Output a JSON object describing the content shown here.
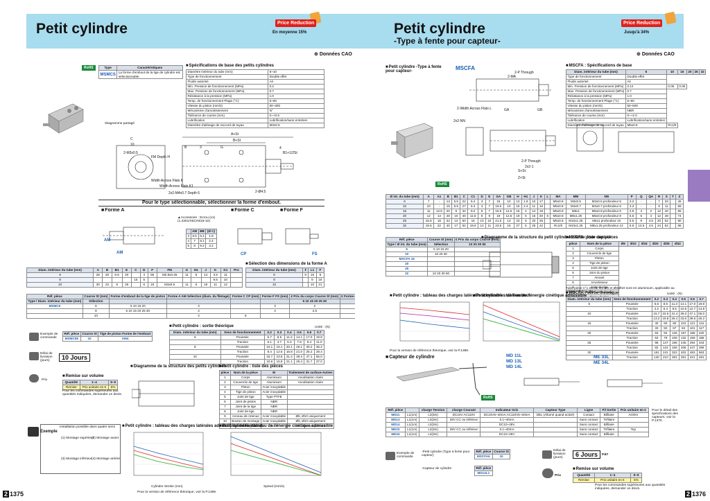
{
  "left": {
    "title": "Petit cylindre",
    "badge": "Price Reduction",
    "badge_sub": "En moyenne 15%",
    "cad": "Données CAO",
    "rohs": "RoHS",
    "type_table": {
      "h1": "Type",
      "h2": "Caractéristiques",
      "type": "MSMCS",
      "desc": "La forme d'embout de la tige de cylindre est sélectionnable."
    },
    "spec_title": "Spécifications de base des petits cylindres",
    "spec_rows": [
      [
        "Diamètre intérieur du tube (mm)",
        "6~10"
      ],
      [
        "Type de fonctionnement",
        "Double effet"
      ],
      [
        "Fluide autorisé",
        "Air"
      ],
      [
        "Min. Pression de fonctionnement (MPa)",
        "0.2"
      ],
      [
        "Max. Pression de fonctionnement (MPa)",
        "0.7"
      ],
      [
        "Résistance à la pression (MPa)",
        "1.0"
      ],
      [
        "Temp. de fonctionnement Plage (°C)",
        "5~60"
      ],
      [
        "Vitesse du piston (mm/s)",
        "50~300"
      ],
      [
        "Mécanisme d'amortissement",
        "N°"
      ],
      [
        "Tolérance de course (mm)",
        "0~+0.5"
      ],
      [
        "Lubrification",
        "Lubrification/sans entretien"
      ],
      [
        "Diamètre d'alésage de raccord de tuyau",
        "M3x0.5"
      ]
    ],
    "diag_label": "-Diagramme partagé",
    "dim_labels": [
      "A+St",
      "B+St",
      "2-M3x0.5",
      "FM Depth H",
      "Width Across Flats K",
      "Width Across Flats K1",
      "2x2-M4x0.7 Depth 6",
      "2-Ø4.5",
      "B1+1/2St",
      "C",
      "10",
      "B",
      "3",
      "G",
      "4",
      "A1",
      "E",
      "D",
      "L",
      "F",
      "MM"
    ],
    "banner": "Pour le type sélectionnable, sélectionner la forme d'embout.",
    "forme_a": "Forme A",
    "forme_c": "Forme C",
    "forme_f": "Forme F",
    "accessoire": "▲Accessoire : Ecrou (x1) (1.4301/X5CrNi18-10)",
    "nut": {
      "head": [
        "AM",
        "BB",
        "(Ø C)"
      ],
      "rows": [
        [
          "3",
          "5.5",
          "6.4",
          "1.8"
        ],
        [
          "4",
          "7",
          "8.1",
          "2.4"
        ],
        [
          "5",
          "8",
          "9.2",
          "3.2"
        ]
      ]
    },
    "dims_table": {
      "head": [
        "Diam. intérieur du tube (mm)",
        "A",
        "B",
        "B1",
        "E",
        "C",
        "D",
        "F",
        "FM",
        "G",
        "H1",
        "J",
        "K",
        "K1",
        "Pro"
      ],
      "rows": [
        [
          "6",
          "28",
          "20",
          "6.5",
          "20",
          "",
          "4",
          "55",
          "M2.5x0.45",
          "11",
          "5",
          "14",
          "3.5",
          "11",
          ""
        ],
        [
          "8",
          "",
          "",
          "",
          "",
          "15",
          "5",
          "",
          "",
          "",
          "",
          "",
          "9.5",
          "10",
          ""
        ],
        [
          "10",
          "30",
          "22",
          "8",
          "25",
          "",
          "6",
          "19",
          "M3x0.5",
          "11",
          "6",
          "19",
          "11",
          "12",
          ""
        ]
      ]
    },
    "sel_title": "Sélection des dimensions de la forme A",
    "sel_table": {
      "head": [
        "Diam. intérieur du tube (mm)",
        "ℓ",
        "L1",
        "F"
      ],
      "rows": [
        [
          "6",
          "9",
          "16",
          "8"
        ],
        [
          "8",
          "",
          "8",
          "18",
          "10"
        ],
        [
          "10",
          "",
          "10",
          "21",
          "11"
        ]
      ]
    },
    "ref_table": {
      "h": [
        "Réf. pièce",
        "Course St (mm)",
        "Forme d'embout de la tige de piston",
        "Forme A AM Sélection (diam. du filetage)",
        "Forme C CP (mm)",
        "Forme F FS (mm)",
        "€ Prix du corps Course St (mm)",
        "€ Forme d'embout de la tige de piston Majoration (+ corps)"
      ],
      "type": "MSMC6",
      "type_h": "Type",
      "dia_h": "Diam. intérieur du tube (mm)",
      "course_h": "Sélection",
      "rows": [
        [
          "6",
          "5 10 15 20",
          "3",
          "",
          "3",
          "2"
        ],
        [
          "8",
          "5 10 15 20 25 30",
          "4",
          "",
          "4",
          "2.5"
        ],
        [
          "10",
          "",
          "4",
          "5",
          "",
          ""
        ]
      ],
      "prices_head": [
        "5",
        "10",
        "15",
        "20",
        "25",
        "30",
        "AM",
        "CP",
        "FS"
      ]
    },
    "example_label": "Exemple de commande",
    "example_head": [
      "Réf. pièce",
      "Course St",
      "Tige de piston Forme de l'embout"
    ],
    "example_vals": [
      "MSMC58",
      "10",
      "AM4"
    ],
    "delai": "Délai de livraison (jours)",
    "delai_val": "10 Jours",
    "price_label": "Prix",
    "remise_title": "Remise sur volume",
    "remise_head": [
      "Quantité",
      "1~4",
      "5~9"
    ],
    "remise_row": [
      "Remise",
      "Prix unitaire en €",
      "5%"
    ],
    "remise_note": "Pour les commandes supérieures aux quantités indiquées, demander un devis.",
    "force_title": "Petit cylindre : sortie théorique",
    "force_unit": "Unité : (N)",
    "force_head": [
      "Diam. intérieur du tube (mm)",
      "Sens de fonctionnement",
      "0.2",
      "0.3",
      "0.4",
      "0.5",
      "0.6",
      "0.7"
    ],
    "force_rows": [
      [
        "6",
        "Poussée",
        "5.7",
        "8.5",
        "11.3",
        "14.1",
        "17.0",
        "19.8"
      ],
      [
        "",
        "Traction",
        "5.1",
        "4.7",
        "6.3",
        "7.9",
        "9.4",
        "11.0"
      ],
      [
        "8",
        "Poussée",
        "10.1",
        "15.1",
        "20.1",
        "25.1",
        "30.2",
        "35.2"
      ],
      [
        "",
        "Traction",
        "8.4",
        "12.6",
        "16.8",
        "21.0",
        "25.2",
        "29.4"
      ],
      [
        "10",
        "Poussée",
        "15.7",
        "23.6",
        "31.4",
        "39.3",
        "47.1",
        "55.0"
      ],
      [
        "",
        "Traction",
        "10.6",
        "15.8",
        "21.1",
        "26.4",
        "31.7",
        "37.0"
      ]
    ],
    "struct_title": "Diagramme de la structure des petits cylindres",
    "parts_title": "Petit cylindre : liste des pièces",
    "parts_head": [
      "pièce",
      "Nom de la pièce",
      "M",
      "Traitement de surface-Autres"
    ],
    "parts_rows": [
      [
        "1",
        "Corps",
        "Aluminium",
        "Anodisation claire"
      ],
      [
        "2",
        "Couvercle de tige",
        "Aluminium",
        "Anodisation claire"
      ],
      [
        "3",
        "Piston",
        "Acier inoxydable",
        ""
      ],
      [
        "4",
        "Tige de piston",
        "Acier inoxydable",
        ""
      ],
      [
        "5",
        "Joint de tige",
        "Type PTFE",
        ""
      ],
      [
        "6",
        "Joint de piston",
        "NBR",
        ""
      ],
      [
        "7",
        "Joint de la tige",
        "NBR",
        ""
      ],
      [
        "8",
        "Joint de tige",
        "NBR",
        ""
      ],
      [
        "9",
        "Anneau de retenue",
        "Acier inoxydable",
        "Ø6, Ø10 uniquement"
      ],
      [
        "10",
        "Bouton de montage",
        "Acier inoxydable",
        "Ø6, Ø10 uniquement"
      ],
      [
        "11",
        "Écrou hexagonal",
        "Acier",
        "Ø6, Ø10 uniquement"
      ]
    ],
    "mount_label": "Exemple",
    "mount_text": "Installation possible dans quatre sens",
    "mount_items": [
      "(1) Montage supérieur",
      "(2) Montage avant",
      "(3) Montage inférieur",
      "(4) Montage arrière"
    ],
    "lat_title": "Petit cylindre : tableau des charges latérales admissibles de l'embout",
    "lat_ylabel": "Allowable Tip Lateral Load (N)",
    "lat_xlabel": "Cylinder Stroke (mm)",
    "kin_title": "Petit cylindre : tableau de l'énergie cinétique admissible",
    "kin_ylabel": "Load Mass (kg)",
    "kin_xlabel": "Speed (mm/s)",
    "lat_note": "Pour la version de référence théorique, voir la P.1369.",
    "page": "1375",
    "page_prefix": "2"
  },
  "right": {
    "title": "Petit cylindre",
    "subtitle": "-Type à fente pour capteur-",
    "badge": "Price Reduction",
    "badge_sub": "Jusqu'à 34%",
    "cad": "Données CAO",
    "sect1": "Petit cylindre -Type à fente pour capteur-",
    "model": "MSCFA",
    "rohs": "RoHS",
    "dim_labels": [
      "2-P Through",
      "2-MA",
      "2-Width Across Flats L",
      "2x2-NN",
      "A+St",
      "B",
      "A1",
      "C",
      "K",
      "S+St",
      "Z+St",
      "2-P Through",
      "2x2-1",
      "GA",
      "GB",
      "H",
      "E",
      "MM",
      "D",
      "N",
      "P",
      "Q",
      "J",
      "R"
    ],
    "spec_title": "MSCFA : Spécifications de base",
    "spec_head": [
      "Diam. intérieur du tube (mm)",
      "6",
      "10",
      "16",
      "20",
      "25",
      "32"
    ],
    "spec_rows": [
      [
        "Type de fonctionnement",
        "Double effet"
      ],
      [
        "Fluide autorisé",
        "Air"
      ],
      [
        "Min. Pression de fonctionnement (MPa)",
        "0.12",
        "0.06",
        "0.05"
      ],
      [
        "Max. Pression de fonctionnement (MPa)",
        "0.7"
      ],
      [
        "Résistance à la pression (MPa)",
        "1.0"
      ],
      [
        "Temp. de fonctionnement Plage (°C)",
        "5~60"
      ],
      [
        "Vitesse du piston (mm/s)",
        "50~500"
      ],
      [
        "Mécanisme d'amortissement",
        "NBR"
      ],
      [
        "Tolérance de course (mm)",
        "0~+2.0"
      ],
      [
        "Lubrification",
        "Lubrification/sans entretien"
      ],
      [
        "Diamètre d'alésage de raccord de tuyau",
        "M5x0.8",
        "Rc1/8"
      ]
    ],
    "dims_head": [
      "Ø int. du tube (mm)",
      "A",
      "A1",
      "B",
      "B1",
      "C",
      "C1",
      "D",
      "E",
      "GA",
      "GB",
      "H",
      "H1",
      "J",
      "K",
      "L",
      "MA",
      "MM",
      "NN",
      "P",
      "Q",
      "QA",
      "R",
      "S",
      "T",
      "Z"
    ],
    "dims_rows": [
      [
        "6",
        "7",
        "-",
        "13",
        "5.5",
        "22",
        "6.4",
        "3",
        "7",
        "15",
        "10",
        "13",
        "1.8",
        "10",
        "17",
        "",
        "M5x0.8",
        "M3x0.5",
        "M3x0.5 profondeur 5",
        "3.2",
        "-",
        "-",
        "7",
        "33",
        "",
        "46"
      ],
      [
        "10",
        "10",
        "-",
        "15",
        "5.5",
        "27",
        "6.4",
        "3",
        "7",
        "16.5",
        "10",
        "16",
        "2.4",
        "11",
        "16",
        "",
        "M5x0.8",
        "M4x0.7",
        "M4x0.7 profondeur 6",
        "3.2",
        "-",
        "-",
        "9",
        "11",
        "",
        "56"
      ],
      [
        "16",
        "11",
        "12.5",
        "20",
        "8",
        "32",
        "9.2",
        "6",
        "7",
        "16.5",
        "11.5",
        "16",
        "4",
        "14",
        "19",
        "",
        "M5x0.8",
        "M6x1",
        "M5x0.8 profondeur 6",
        "4.5",
        "4",
        "2",
        "12",
        "40",
        "",
        "65"
      ],
      [
        "20",
        "12",
        "14",
        "26",
        "10",
        "40",
        "11.5",
        "8",
        "9",
        "19",
        "12.5",
        "19",
        "5",
        "16",
        "30",
        "6",
        "M5x0.8",
        "M8x1.25",
        "M5x0.8 profondeur 8",
        "5.5",
        "5",
        "4",
        "12",
        "48",
        "",
        "74"
      ],
      [
        "25",
        "15.5",
        "18",
        "32",
        "13",
        "50",
        "15",
        "10",
        "10",
        "21.5",
        "13",
        "23",
        "5",
        "20",
        "36",
        "",
        "M5x0.8",
        "M10x1.25",
        "M6x1 profondeur 10",
        "5.5",
        "9",
        "4.5",
        "20",
        "52",
        "",
        "80"
      ],
      [
        "32",
        "19.5",
        "22",
        "40",
        "17",
        "62",
        "19.6",
        "12",
        "11",
        "23.5",
        "15",
        "27",
        "5",
        "26",
        "42",
        "",
        "Rc1/8",
        "M10x1.25",
        "M8x1.25 profondeur 13",
        "6.6",
        "13.5",
        "4.5",
        "24",
        "52",
        "",
        "86"
      ]
    ],
    "ref_head": [
      "Réf. pièce",
      "Course St (mm)",
      "€ Prix du corps Course (mm)"
    ],
    "ref_type_h": "Type",
    "ref_dia_h": "Ø int. du tube (mm)",
    "ref_sel_h": "Sélection",
    "ref_price_head": [
      "10",
      "20",
      "30",
      "50"
    ],
    "ref_type": "MSCFA",
    "ref_rows": [
      [
        "6",
        "5 10 15 20"
      ],
      [
        "10",
        "10 20 30"
      ],
      [
        "16",
        ""
      ],
      [
        "20",
        ""
      ],
      [
        "25",
        ""
      ],
      [
        "32",
        "10 20 30 50"
      ]
    ],
    "struct_title": "Diagramme de la structure du petit cylindre à fente pour capteur",
    "parts_title": "MSCFA : liste des pièces",
    "parts_head": [
      "pièce",
      "Nom de la pièce",
      "Ø6",
      "Ø10",
      "Ø16",
      "Ø20",
      "Ø25",
      "Ø32"
    ],
    "parts_rows": [
      [
        "1",
        "Corps"
      ],
      [
        "2",
        "Couvercle de tige"
      ],
      [
        "3",
        "Piston"
      ],
      [
        "4",
        "Tige de piston"
      ],
      [
        "5",
        "Joint de tige"
      ],
      [
        "6",
        "Joint du piston"
      ],
      [
        "7",
        "Aimant"
      ],
      [
        "8",
        "Amortisseur"
      ],
      [
        "9",
        "Joint de tige"
      ],
      [
        "10",
        "Bouton de montage"
      ],
      [
        "11",
        "Écrou de tige"
      ]
    ],
    "parts_note": "Tube pièce n°1 est de SS Ø6 et Ø8/Ø10 sont en aluminium, applicable au plateau de tige Ø6.",
    "force_title": "MSCFA : sortie théorique",
    "force_unit": "Unité : (N)",
    "force_head": [
      "Diam. intérieur du tube (mm)",
      "Sens de fonctionnement",
      "0.2",
      "0.3",
      "0.4",
      "0.5",
      "0.6",
      "0.7"
    ],
    "force_rows": [
      [
        "6",
        "Poussée",
        "5.6",
        "8.5",
        "11.3",
        "14.1",
        "17.0",
        "19.8"
      ],
      [
        "",
        "Traction",
        "4.2",
        "6.4",
        "8.5",
        "10.6",
        "12.7",
        "14.8"
      ],
      [
        "10",
        "Poussée",
        "15.7",
        "23.6",
        "31.4",
        "39.3",
        "47.1",
        "55.0"
      ],
      [
        "",
        "Traction",
        "13.2",
        "19.8",
        "26.4",
        "33.0",
        "39.6",
        "46.2"
      ],
      [
        "16",
        "Poussée",
        "40",
        "60",
        "80",
        "101",
        "121",
        "141"
      ],
      [
        "",
        "Traction",
        "33",
        "50",
        "67",
        "84",
        "101",
        "117"
      ],
      [
        "20",
        "Poussée",
        "63",
        "94",
        "126",
        "157",
        "188",
        "220"
      ],
      [
        "",
        "Traction",
        "53",
        "79",
        "106",
        "132",
        "158",
        "185"
      ],
      [
        "25",
        "Poussée",
        "98",
        "147",
        "196",
        "245",
        "294",
        "343"
      ],
      [
        "",
        "Traction",
        "82",
        "124",
        "165",
        "206",
        "247",
        "289"
      ],
      [
        "32",
        "Poussée",
        "161",
        "241",
        "322",
        "402",
        "483",
        "563"
      ],
      [
        "",
        "Traction",
        "140",
        "210",
        "281",
        "351",
        "421",
        "491"
      ]
    ],
    "lat_title": "Petit cylindre : tableau des charges latérales admissibles de l'embout",
    "kin_title": "Petit cylindre : tableau de l'énergie cinétique admissible",
    "lat_note": "Pour la version de référence théorique, voir la P.1369.",
    "capteur_title": "Capteur de cylindre",
    "capteur_models": [
      "MD 11L",
      "MD 13L",
      "MD 14L",
      "ME 33L",
      "ME 34L"
    ],
    "capteur_table": {
      "head": [
        "Réf. pièce",
        "",
        "charge Tension",
        "charge Courant",
        "Indicateur Gris",
        "Capteur Type",
        "Ligne",
        "Fil Sortie",
        "Prix unitaire en €"
      ],
      "sub": [
        "Type",
        "L",
        "",
        "",
        "",
        "",
        "",
        "",
        "L1 (1m)",
        "L3 (3m)"
      ],
      "rows": [
        [
          "MD11",
          "L1(1m)",
          "L3(3m)",
          "DC24V AC110V",
          "DC24V5~40mA AC110V5~20mA",
          "DEL (Allumé quand activé)",
          "Contact",
          "Bifilaire",
          "Arrière"
        ],
        [
          "MD13",
          "L1(1m)",
          "L3(3m)",
          "28V CC ou inférieur",
          "0.1~40mA",
          "",
          "Sans contact",
          "Trifilaire",
          ""
        ],
        [
          "MD14",
          "L1(1m)",
          "L3(3m)",
          "",
          "DC10~28V",
          "",
          "Sans contact",
          "Bifilaire",
          ""
        ],
        [
          "ME33",
          "L1(1m)",
          "L3(3m)",
          "28V CC ou inférieur",
          "0.1~40mA",
          "",
          "Sans contact",
          "Trifilaire",
          "Top"
        ],
        [
          "ME34",
          "L1(1m)",
          "L3(3m)",
          "",
          "DC10~28V",
          "",
          "Sans contact",
          "Bifilaire",
          ""
        ]
      ]
    },
    "capteur_note": "Pour le détail des spécifications des capteurs, voir la P.1370.",
    "example_label": "Exemple de commande",
    "ex1_label": "-Petit cylindre (Type à fente pour capteur)",
    "ex1_head": [
      "Réf. pièce",
      "Course St"
    ],
    "ex1_vals": [
      "MSCFA6",
      "10"
    ],
    "ex2_label": "-Capteur de cylindre",
    "ex2_head": "Réf. pièce",
    "ex2_val": "MD14L1",
    "delai": "Délai de livraison (jours)",
    "delai_val": "6 Jours",
    "delai_ref": "P.87",
    "price_label": "Prix",
    "remise_title": "Remise sur volume",
    "remise_head": [
      "Quantité",
      "1~4",
      "5~9"
    ],
    "remise_row": [
      "Remise",
      "Prix unitaire en €",
      "5%"
    ],
    "remise_note": "Pour les commandes supérieures aux quantités indiquées, demander un devis.",
    "page": "1376",
    "page_prefix": "2"
  },
  "colors": {
    "band": "#a8dcef",
    "accent": "#1a5fb4",
    "badge": "#e0201a",
    "tab": "#9a7bc2",
    "rohs": "#1a8a3a"
  },
  "icons": [
    "cad-icon",
    "price-tag-icon",
    "rohs-icon",
    "delivery-icon",
    "price-icon",
    "example-icon"
  ]
}
